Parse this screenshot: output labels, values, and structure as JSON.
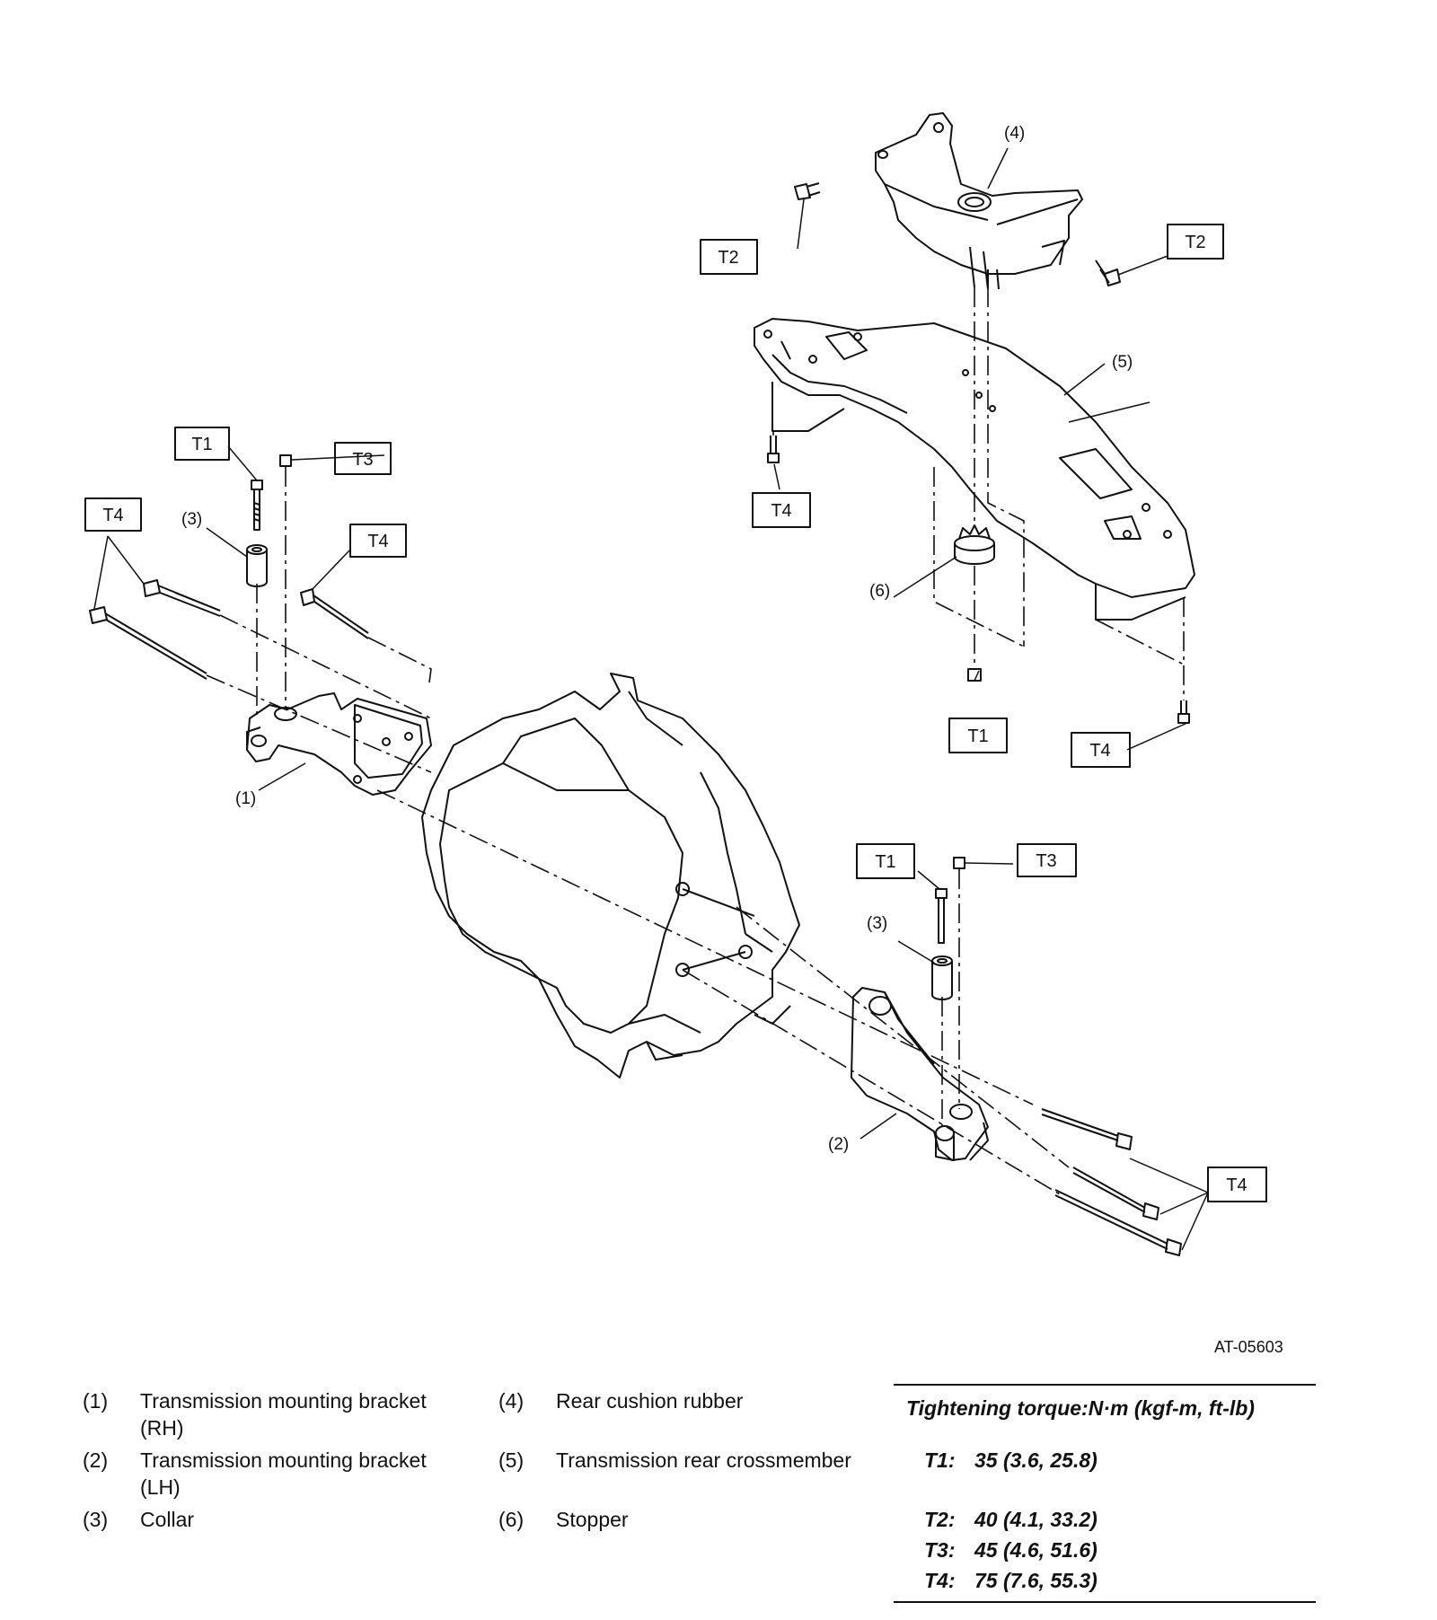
{
  "diagram": {
    "reference": "AT-05603",
    "callouts": {
      "bracket_rh": "(1)",
      "bracket_lh": "(2)",
      "collar_left": "(3)",
      "collar_right": "(3)",
      "cushion_rubber": "(4)",
      "crossmember": "(5)",
      "stopper": "(6)"
    },
    "torque_boxes": {
      "t1_left": "T1",
      "t3_left": "T3",
      "t4_left_outer": "T4",
      "t4_left_inner": "T4",
      "t2_left": "T2",
      "t2_right": "T2",
      "t4_crossmember_left": "T4",
      "t1_stopper": "T1",
      "t4_crossmember_right": "T4",
      "t1_right": "T1",
      "t3_right": "T3",
      "t4_right": "T4"
    }
  },
  "legend": [
    {
      "num": "(1)",
      "text": "Transmission mounting bracket (RH)"
    },
    {
      "num": "(2)",
      "text": "Transmission mounting bracket (LH)"
    },
    {
      "num": "(3)",
      "text": "Collar"
    },
    {
      "num": "(4)",
      "text": "Rear cushion rubber"
    },
    {
      "num": "(5)",
      "text": "Transmission rear crossmember"
    },
    {
      "num": "(6)",
      "text": "Stopper"
    }
  ],
  "torque": {
    "title": "Tightening torque:N·m (kgf-m, ft-lb)",
    "rows": [
      {
        "code": "T1:",
        "value": "35 (3.6, 25.8)"
      },
      {
        "code": "T2:",
        "value": "40 (4.1, 33.2)"
      },
      {
        "code": "T3:",
        "value": "45 (4.6, 51.6)"
      },
      {
        "code": "T4:",
        "value": "75 (7.6, 55.3)"
      }
    ]
  }
}
